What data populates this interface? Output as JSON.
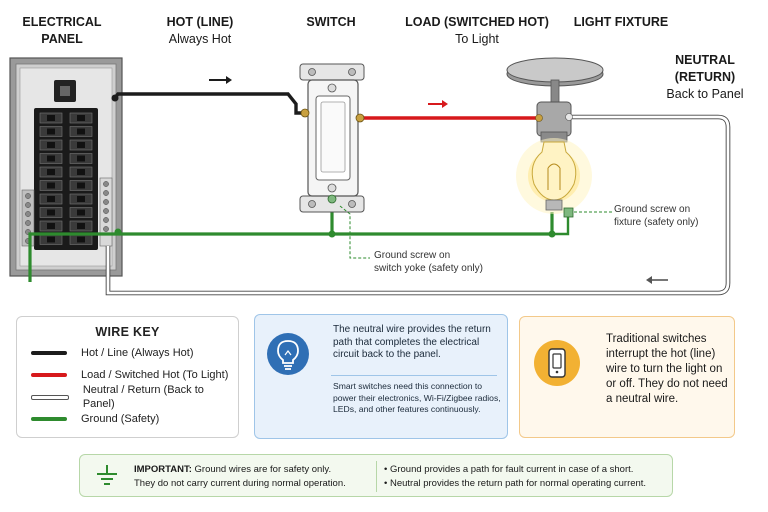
{
  "headers": {
    "panel": {
      "line1": "ELECTRICAL",
      "line2": "PANEL"
    },
    "hot": {
      "title": "HOT (LINE)",
      "sub": "Always Hot"
    },
    "switch": {
      "title": "SWITCH"
    },
    "load": {
      "title": "LOAD (SWITCHED HOT)",
      "sub": "To Light"
    },
    "fixture": {
      "title": "LIGHT FIXTURE"
    },
    "neutral": {
      "title": "NEUTRAL (RETURN)",
      "sub": "Back to Panel"
    }
  },
  "callouts": {
    "switch_ground": {
      "line1": "Ground screw on",
      "line2": "switch yoke (safety only)"
    },
    "fixture_ground": {
      "line1": "Ground screw on",
      "line2": "fixture (safety only)"
    }
  },
  "wire_key": {
    "title": "WIRE KEY",
    "items": [
      {
        "label": "Hot / Line  (Always Hot)",
        "color": "#1c1c1c"
      },
      {
        "label": "Load / Switched Hot (To Light)",
        "color": "#d7191c"
      },
      {
        "label": "Neutral / Return (Back to Panel)",
        "color": "#ffffff"
      },
      {
        "label": "Ground  (Safety)",
        "color": "#2e8b2e"
      }
    ]
  },
  "neutral_info": {
    "main": "The neutral wire provides the return path that completes the electrical circuit back to the panel.",
    "secondary": "Smart switches need this connection to power their electronics, Wi-Fi/Zigbee radios, LEDs, and other features continuously."
  },
  "traditional_info": {
    "text": "Traditional switches interrupt the hot (line) wire to turn the light on or off. They do not need a neutral wire."
  },
  "important": {
    "label": "IMPORTANT:",
    "line1": " Ground wires are for safety only.",
    "line2": "They do not carry current during normal operation.",
    "bullet1": "Ground provides a path for fault current in case of a short.",
    "bullet2": "Neutral provides the return path for normal operating current."
  },
  "colors": {
    "hot": "#1c1c1c",
    "load": "#d7191c",
    "neutral": "#ffffff",
    "ground": "#2e8b2e",
    "info_blue": "#2f6fb5",
    "info_orange": "#f2b133"
  }
}
